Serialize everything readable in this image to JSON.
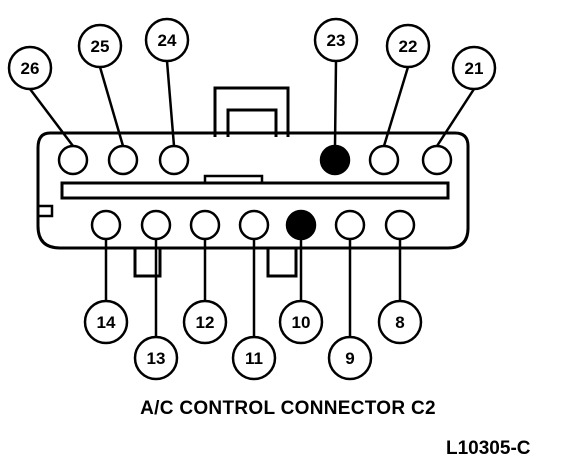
{
  "caption": "A/C CONTROL CONNECTOR C2",
  "reference": "L10305-C",
  "colors": {
    "ink": "#000000",
    "paper": "#ffffff"
  },
  "pins": [
    {
      "number": "26",
      "row": "top",
      "filled": false
    },
    {
      "number": "25",
      "row": "top",
      "filled": false
    },
    {
      "number": "24",
      "row": "top",
      "filled": false
    },
    {
      "number": "23",
      "row": "top",
      "filled": true
    },
    {
      "number": "22",
      "row": "top",
      "filled": false
    },
    {
      "number": "21",
      "row": "top",
      "filled": false
    },
    {
      "number": "14",
      "row": "bottom",
      "filled": false
    },
    {
      "number": "13",
      "row": "bottom",
      "filled": false
    },
    {
      "number": "12",
      "row": "bottom",
      "filled": false
    },
    {
      "number": "11",
      "row": "bottom",
      "filled": false
    },
    {
      "number": "10",
      "row": "bottom",
      "filled": true
    },
    {
      "number": "9",
      "row": "bottom",
      "filled": false
    },
    {
      "number": "8",
      "row": "bottom",
      "filled": false
    }
  ]
}
